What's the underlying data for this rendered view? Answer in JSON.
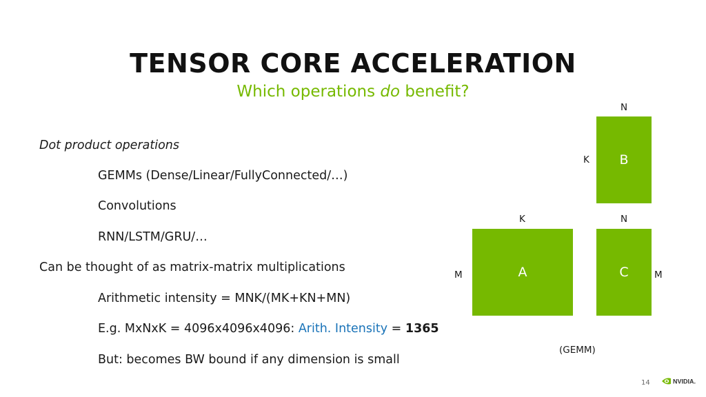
{
  "title": "TENSOR CORE ACCELERATION",
  "subtitle": {
    "before": "Which operations ",
    "emphasis": "do",
    "after": " benefit?"
  },
  "bullets": {
    "dot_product": "Dot product operations",
    "gemms": "GEMMs (Dense/Linear/FullyConnected/…)",
    "convolutions": "Convolutions",
    "rnn": "RNN/LSTM/GRU/…",
    "matrix_mult": "Can be thought of as matrix-matrix multiplications",
    "arith_intensity": "Arithmetic intensity = MNK/(MK+KN+MN)",
    "example": {
      "prefix": "E.g. MxNxK = 4096x4096x4096: ",
      "highlight": "Arith. Intensity",
      "equals": " = ",
      "value": "1365"
    },
    "bw_bound": "But: becomes BW bound if any dimension is small"
  },
  "diagram": {
    "matrix_a": "A",
    "matrix_b": "B",
    "matrix_c": "C",
    "label_n_top": "N",
    "label_k_b": "K",
    "label_k_a": "K",
    "label_n_c": "N",
    "label_m_a": "M",
    "label_m_c": "M",
    "caption": "(GEMM)"
  },
  "page_number": "14",
  "logo_text": "NVIDIA",
  "colors": {
    "accent_green": "#76b900",
    "highlight_blue": "#1a73b8"
  }
}
